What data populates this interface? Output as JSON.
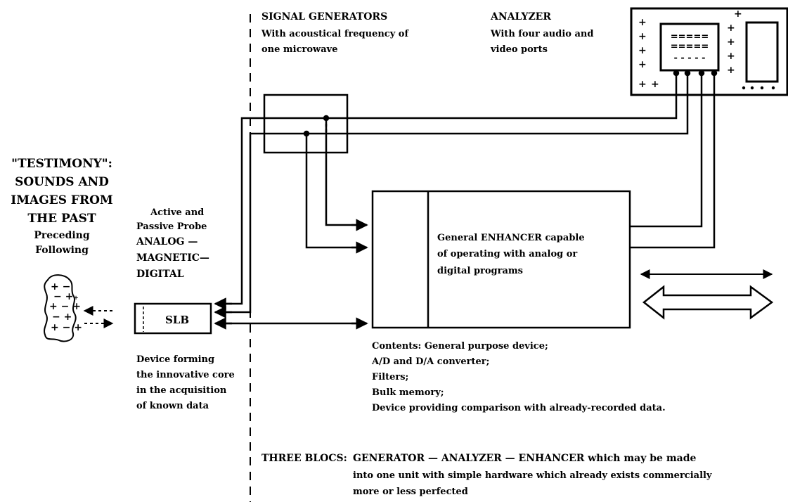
{
  "testimony": [
    "\"TESTIMONY\":",
    "SOUNDS AND",
    "IMAGES FROM",
    "THE PAST",
    "Preceding",
    "Following"
  ],
  "probe": [
    "Active and",
    "Passive Probe",
    "ANALOG —",
    "MAGNETIC—",
    "DIGITAL"
  ],
  "slb": "SLB",
  "slb_caption": [
    "Device forming",
    "the innovative core",
    "in the acquisition",
    "of known data"
  ],
  "signal_generators": {
    "title": "SIGNAL GENERATORS",
    "desc": [
      "With acoustical frequency of",
      "one microwave"
    ]
  },
  "analyzer": {
    "title": "ANALYZER",
    "desc": [
      "With four audio and",
      "video ports"
    ]
  },
  "enhancer": [
    "General ENHANCER capable",
    "of operating with analog or",
    "digital programs"
  ],
  "contents": [
    "Contents: General purpose device;",
    "A/D and D/A converter;",
    "Filters;",
    "Bulk memory;",
    "Device providing comparison with already-recorded data."
  ],
  "three_blocs": {
    "title": "THREE BLOCS:",
    "line1": "GENERATOR — ANALYZER — ENHANCER which may be made",
    "line2": "into one unit with simple hardware which already exists commercially",
    "line3": "more or less perfected"
  },
  "analyzer_screen": [
    "=====",
    "=====",
    "- - - - -"
  ]
}
